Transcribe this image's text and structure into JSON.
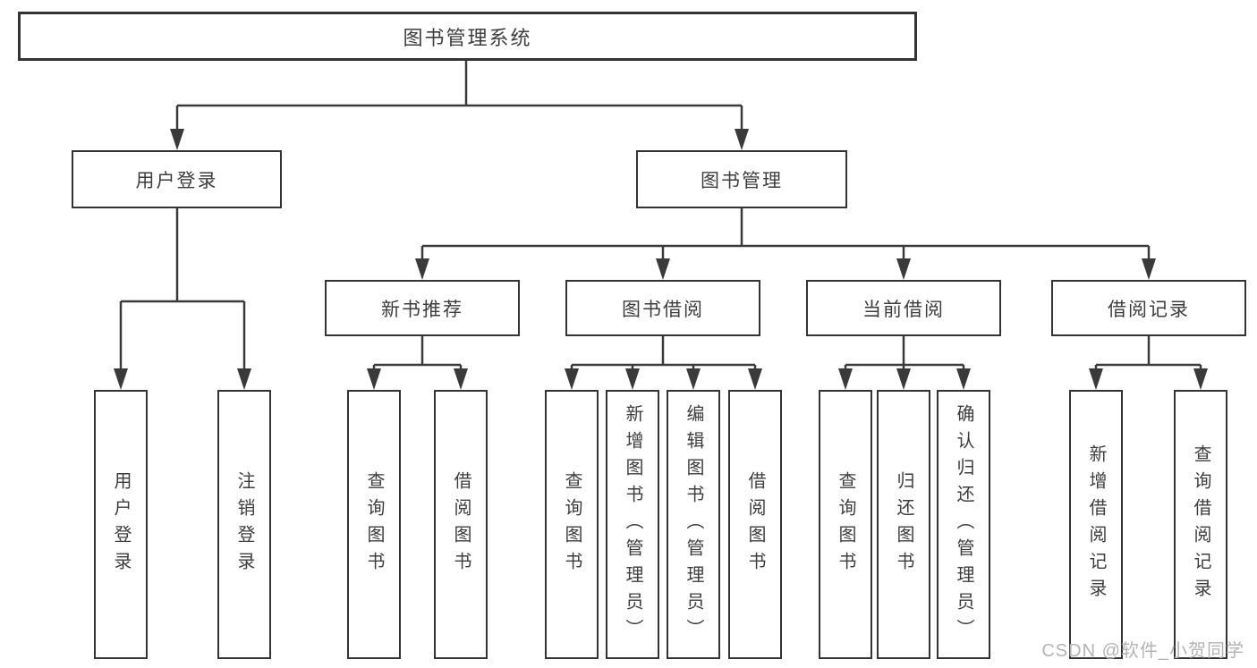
{
  "colors": {
    "line": "#3a3a3a",
    "box_border": "#333333",
    "text": "#3d3d3d",
    "watermark_text": "#b3b3b3",
    "background": "#ffffff"
  },
  "watermark": "CSDN @软件_小贺同学",
  "tree": {
    "label": "图书管理系统",
    "children": [
      {
        "label": "用户登录",
        "children": [
          {
            "label": "用户登录"
          },
          {
            "label": "注销登录"
          }
        ]
      },
      {
        "label": "图书管理",
        "children": [
          {
            "label": "新书推荐",
            "children": [
              {
                "label": "查询图书"
              },
              {
                "label": "借阅图书"
              }
            ]
          },
          {
            "label": "图书借阅",
            "children": [
              {
                "label": "查询图书"
              },
              {
                "label": "新增图书（管理员）"
              },
              {
                "label": "编辑图书（管理员）"
              },
              {
                "label": "借阅图书"
              }
            ]
          },
          {
            "label": "当前借阅",
            "children": [
              {
                "label": "查询图书"
              },
              {
                "label": "归还图书"
              },
              {
                "label": "确认归还（管理员）"
              }
            ]
          },
          {
            "label": "借阅记录",
            "children": [
              {
                "label": "新增借阅记录"
              },
              {
                "label": "查询借阅记录"
              }
            ]
          }
        ]
      }
    ]
  }
}
